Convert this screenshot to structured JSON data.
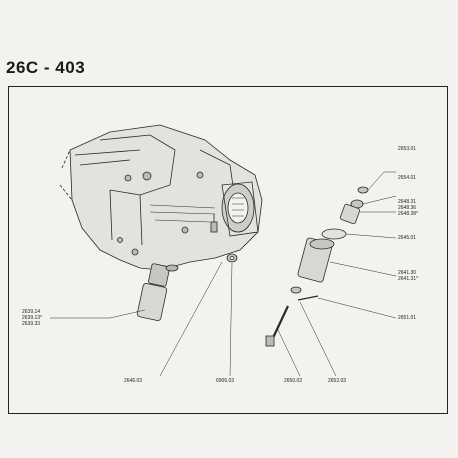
{
  "header": {
    "title": "26C - 403"
  },
  "parts": {
    "p2653_01": "2653.01",
    "p2654_01": "2654.01",
    "group_2648": [
      "2648.31",
      "2648.36",
      "2648.38*"
    ],
    "p2645_01": "2645.01",
    "group_2641": [
      "2641.30",
      "2641.31*"
    ],
    "p2651_01": "2651.01",
    "p2652_03": "2652.03",
    "p2650_02": "2650.02",
    "p6906_03": "6906.03",
    "p2646_03": "2646.03",
    "group_2639": [
      "2639.14",
      "2639.13*",
      "2639.33"
    ]
  }
}
